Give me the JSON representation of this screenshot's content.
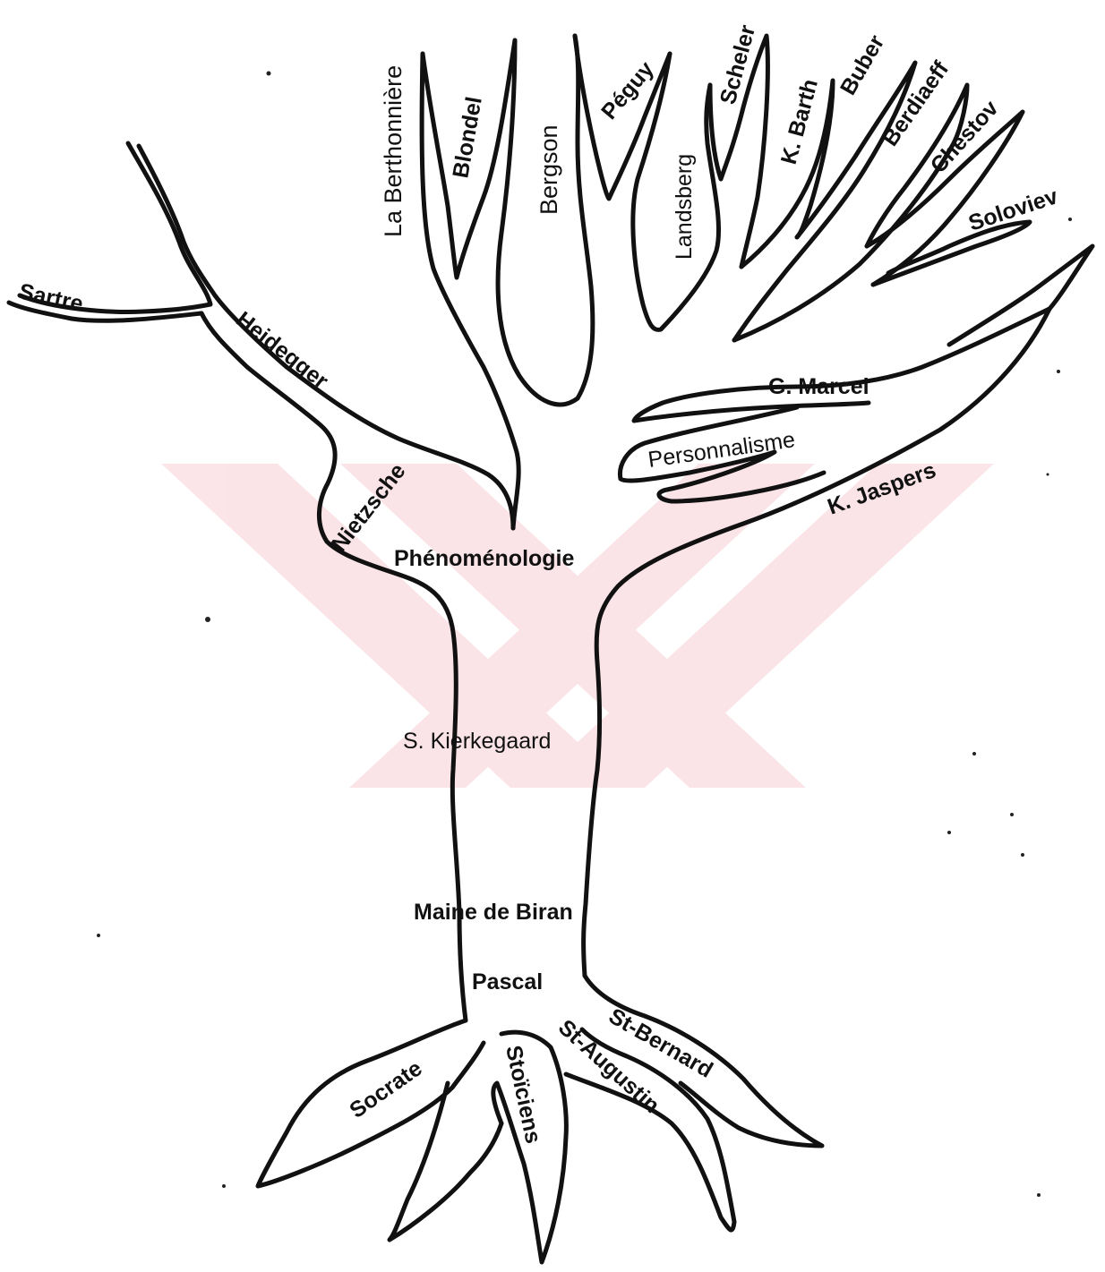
{
  "colors": {
    "ink": "#111111",
    "watermark": "#f7cfd6",
    "background": "#ffffff"
  },
  "labels": {
    "sartre": "Sartre",
    "heidegger": "Heidegger",
    "nietzsche": "Nietzsche",
    "phenomenologie": "Phénoménologie",
    "la_berthonniere": "La Berthonnière",
    "blondel": "Blondel",
    "bergson": "Bergson",
    "peguy": "Péguy",
    "landsberg": "Landsberg",
    "scheler": "Scheler",
    "k_barth": "K. Barth",
    "buber": "Buber",
    "berdiaeff": "Berdiaeff",
    "chestov": "Chestov",
    "soloviev": "Soloviev",
    "g_marcel": "G. Marcel",
    "personnalisme": "Personnalisme",
    "k_jaspers": "K. Jaspers",
    "kierkegaard": "S. Kierkegaard",
    "maine_de_biran": "Maine de Biran",
    "pascal": "Pascal",
    "socrate": "Socrate",
    "stoiciens": "Stoïciens",
    "st_augustin": "St-Augustin",
    "st_bernard": "St-Bernard"
  }
}
